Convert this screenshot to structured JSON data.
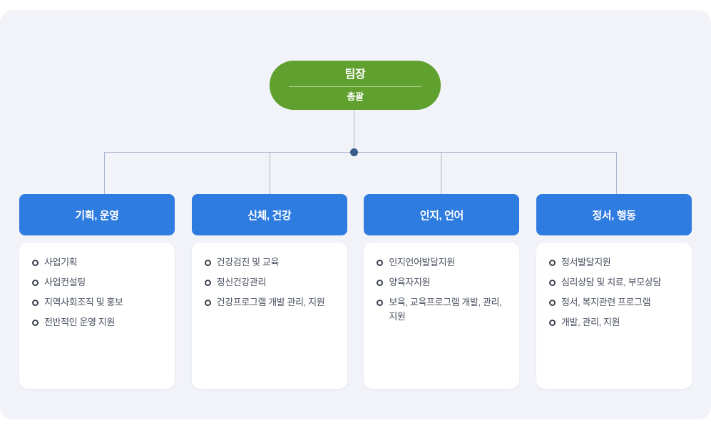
{
  "diagram": {
    "type": "organization-chart",
    "colors": {
      "panel_background": "#f2f3f8",
      "root_node": "#60a02e",
      "branch_header": "#2e7ce0",
      "connector_line": "#a9b6cb",
      "junction_dot": "#3a5a87",
      "card_background": "#ffffff",
      "item_text": "#4c5263"
    },
    "root": {
      "title": "팀장",
      "subtitle": "총괄"
    },
    "branches": [
      {
        "header": "기획, 운영",
        "items": [
          "사업기획",
          "사업컨설팅",
          "지역사회조직 및 홍보",
          "전반적인 운영 지원"
        ]
      },
      {
        "header": "신체, 건강",
        "items": [
          "건강검진 및 교육",
          "정신건강관리",
          "건강프로그램 개발 관리, 지원"
        ]
      },
      {
        "header": "인지, 언어",
        "items": [
          "인지언어발달지원",
          "양육자지원",
          "보육, 교육프로그램 개발, 관리, 지원"
        ]
      },
      {
        "header": "정서, 행동",
        "items": [
          "정서발달지원",
          "심리상담 및 치료, 부모상담",
          "정서, 복지관련 프로그램",
          "개발, 관리, 지원"
        ]
      }
    ]
  }
}
